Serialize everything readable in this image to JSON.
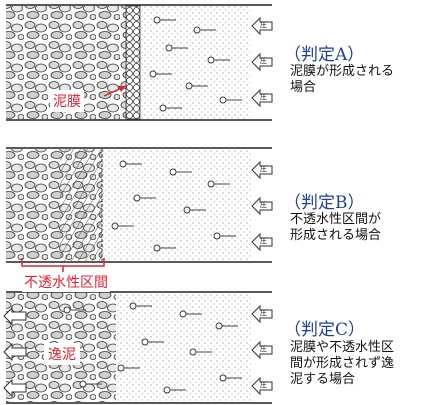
{
  "panels": [
    {
      "header": "（判定A）",
      "desc_lines": [
        "泥膜が形成される",
        "場合"
      ],
      "label": "泥膜",
      "arrow_label": "圧"
    },
    {
      "header": "（判定B）",
      "desc_lines": [
        "不透水性区間が",
        "形成される場合"
      ],
      "label": "不透水性区間",
      "arrow_label": "圧"
    },
    {
      "header": "（判定C）",
      "desc_lines": [
        "泥膜や不透水性区",
        "間が形成されず逸",
        "泥する場合"
      ],
      "label": "逸泥",
      "arrow_label": "圧"
    }
  ],
  "colors": {
    "header": "#1f3f9a",
    "label": "#e0232f",
    "line": "#222222"
  }
}
